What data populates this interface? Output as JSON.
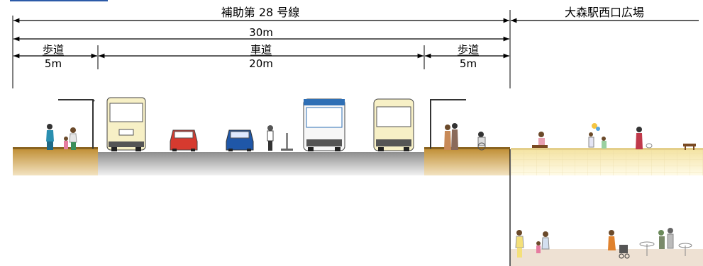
{
  "header": {
    "road_name": "補助第 28 号線",
    "plaza_name": "大森駅西口広場"
  },
  "dimensions": {
    "total_width": "30m",
    "left_sidewalk": {
      "label": "歩道",
      "width": "5m"
    },
    "roadway": {
      "label": "車道",
      "width": "20m"
    },
    "right_sidewalk": {
      "label": "歩道",
      "width": "5m"
    }
  },
  "colors": {
    "link_underline": "#2b5aa8",
    "sidewalk_surface": "#b8862e",
    "roadway_surface": "#9a9a9a",
    "plaza_tile": "#fbf0c8",
    "lower_plaza": "#efe1d3",
    "bus_body": "#f7f0c6",
    "bus_blue": "#2e6fb5",
    "red_car": "#d63a2f",
    "blue_car": "#1f57a8"
  }
}
